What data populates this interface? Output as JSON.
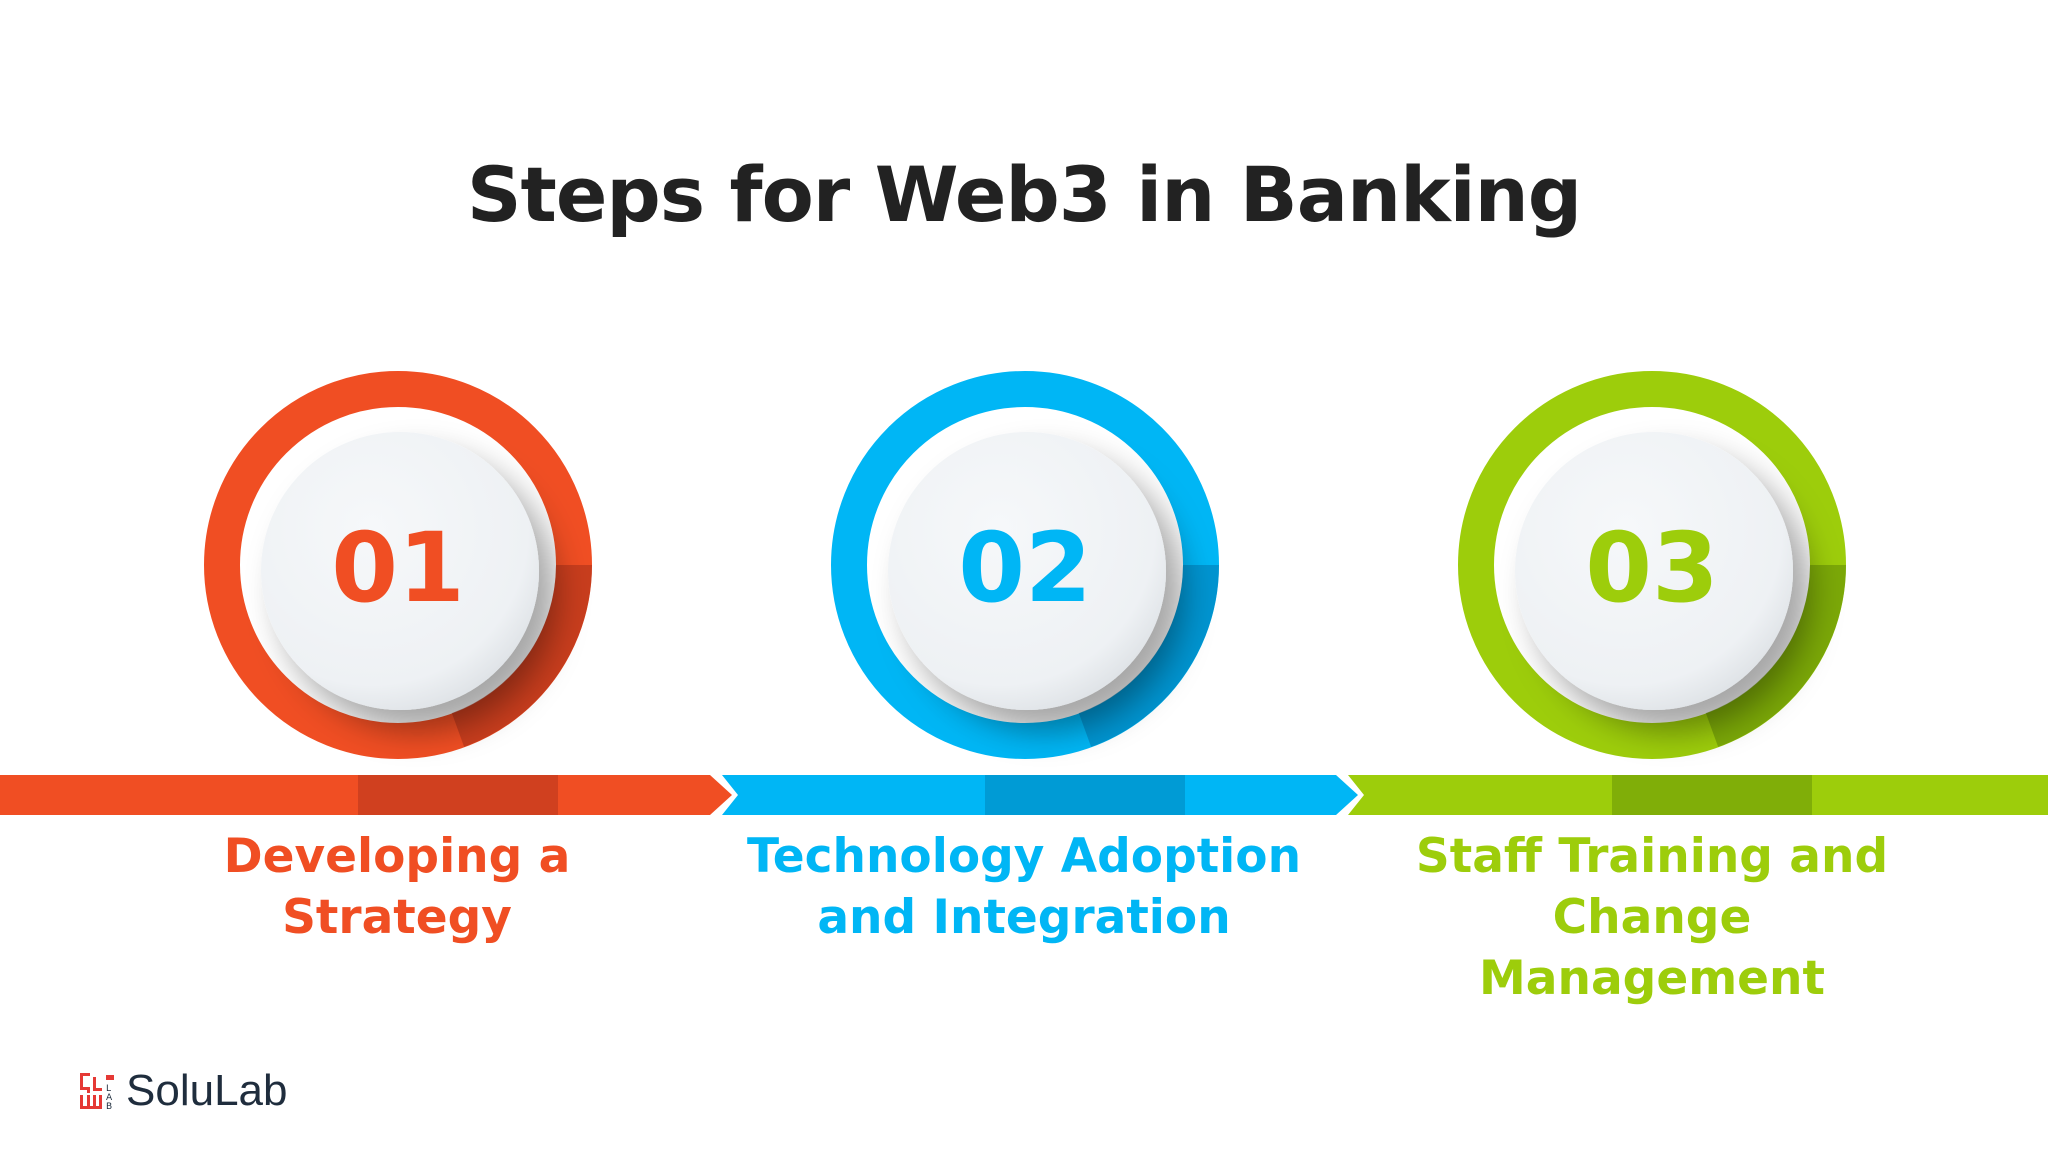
{
  "title": "Steps for Web3 in Banking",
  "steps": [
    {
      "number": "01",
      "label": "Developing a Strategy",
      "color": "#F04E23",
      "dark": "#A8301A"
    },
    {
      "number": "02",
      "label": "Technology Adoption and Integration",
      "color": "#00B6F5",
      "dark": "#0079B0"
    },
    {
      "number": "03",
      "label": "Staff Training and Change Management",
      "color": "#9DCD0B",
      "dark": "#5E8A05"
    }
  ],
  "logo": {
    "text": "SoluLab",
    "color": "#E53935"
  }
}
